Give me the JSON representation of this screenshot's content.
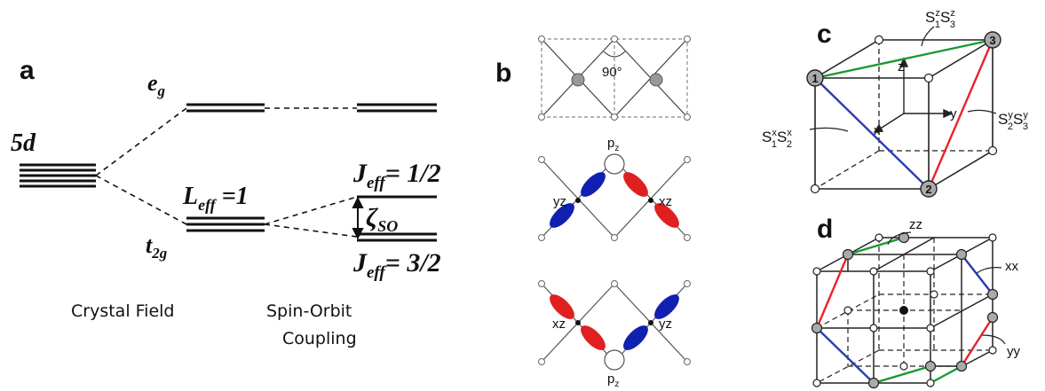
{
  "panels": {
    "a": {
      "letter": "a",
      "level_5d": "5d",
      "level_eg": "e",
      "level_eg_sub": "g",
      "level_t2g": "t",
      "level_t2g_sub": "2g",
      "leff_label": "L",
      "leff_sub": "eff",
      "leff_value": " =1",
      "jeff_top": "J",
      "jeff_top_sub": "eff",
      "jeff_top_value": "= 1/2",
      "jeff_bottom": "J",
      "jeff_bottom_sub": "eff",
      "jeff_bottom_value": "= 3/2",
      "zeta": "ζ",
      "zeta_sub": "SO",
      "crystal_field_label": "Crystal Field",
      "spin_orbit_line1": "Spin-Orbit",
      "spin_orbit_line2": "Coupling"
    },
    "b": {
      "letter": "b",
      "angle_label": "90°",
      "orbital_pz": "p",
      "orbital_pz_sub": "z",
      "orbital_yz": "yz",
      "orbital_xz": "xz",
      "orbital_xz2": "xz",
      "orbital_yz2": "yz",
      "orbital_pz2": "p",
      "orbital_pz2_sub": "z"
    },
    "c": {
      "letter": "c",
      "site1": "1",
      "site2": "2",
      "site3": "3",
      "axis_z": "z",
      "axis_y": "y",
      "axis_x": "x",
      "szsz": "S",
      "szsz_full": "S1zS3z",
      "sxsx_full": "S1xS2x",
      "sysy_full": "S2yS3y"
    },
    "d": {
      "letter": "d",
      "bond_zz": "zz",
      "bond_xx": "xx",
      "bond_yy": "yy"
    }
  },
  "colors": {
    "green_bond": "#1a9a2e",
    "red_bond": "#e8242c",
    "blue_bond": "#2a3bb0",
    "red_lobe": "#e02020",
    "blue_lobe": "#1020b0",
    "site_gray": "#999999"
  }
}
